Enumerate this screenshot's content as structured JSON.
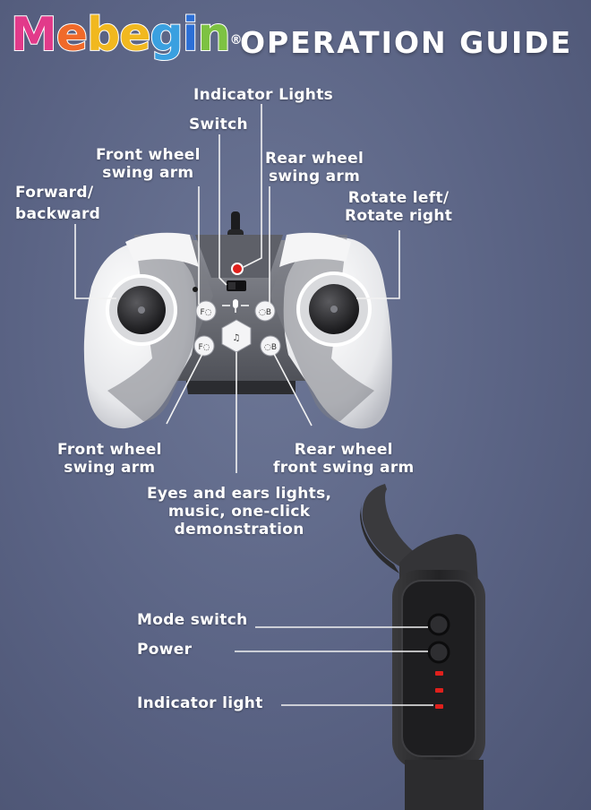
{
  "brand": {
    "letters": [
      "M",
      "e",
      "b",
      "e",
      "g",
      "i",
      "n"
    ],
    "letter_colors": [
      "#e23a8a",
      "#f06a2a",
      "#f1b81f",
      "#f1b81f",
      "#3aa0e0",
      "#2c6fd6",
      "#7dc242"
    ],
    "registered": "®"
  },
  "title": "OPERATION GUIDE",
  "controller_labels": {
    "indicator_lights": "Indicator Lights",
    "switch": "Switch",
    "front_wheel_swing_arm_top": [
      "Front wheel",
      "swing arm"
    ],
    "rear_wheel_swing_arm_top": [
      "Rear wheel",
      "swing arm"
    ],
    "forward_backward": [
      "Forward/",
      "backward"
    ],
    "rotate": [
      "Rotate left/",
      "Rotate right"
    ],
    "front_wheel_swing_arm_bottom": [
      "Front wheel",
      "swing arm"
    ],
    "rear_wheel_front_swing_arm": [
      "Rear wheel",
      "front swing arm"
    ],
    "eyes_ears": [
      "Eyes and ears lights,",
      "music, one-click",
      "demonstration"
    ]
  },
  "remote_labels": {
    "mode_switch": "Mode switch",
    "power": "Power",
    "indicator_light": "Indicator light"
  },
  "colors": {
    "background": "#5a6384",
    "label_text": "#ffffff",
    "led_red": "#e0201c",
    "controller_white": "#f2f2f2",
    "controller_dark": "#6b6d75"
  },
  "icons": {
    "button_front_wheel_up": "front-wheel-arm-icon",
    "button_rear_wheel_up": "rear-wheel-arm-icon",
    "button_front_wheel_down": "front-wheel-arm-down-icon",
    "button_rear_wheel_down": "rear-wheel-arm-down-icon",
    "button_center": "eyes-music-demo-icon",
    "mic": "microphone-icon"
  }
}
